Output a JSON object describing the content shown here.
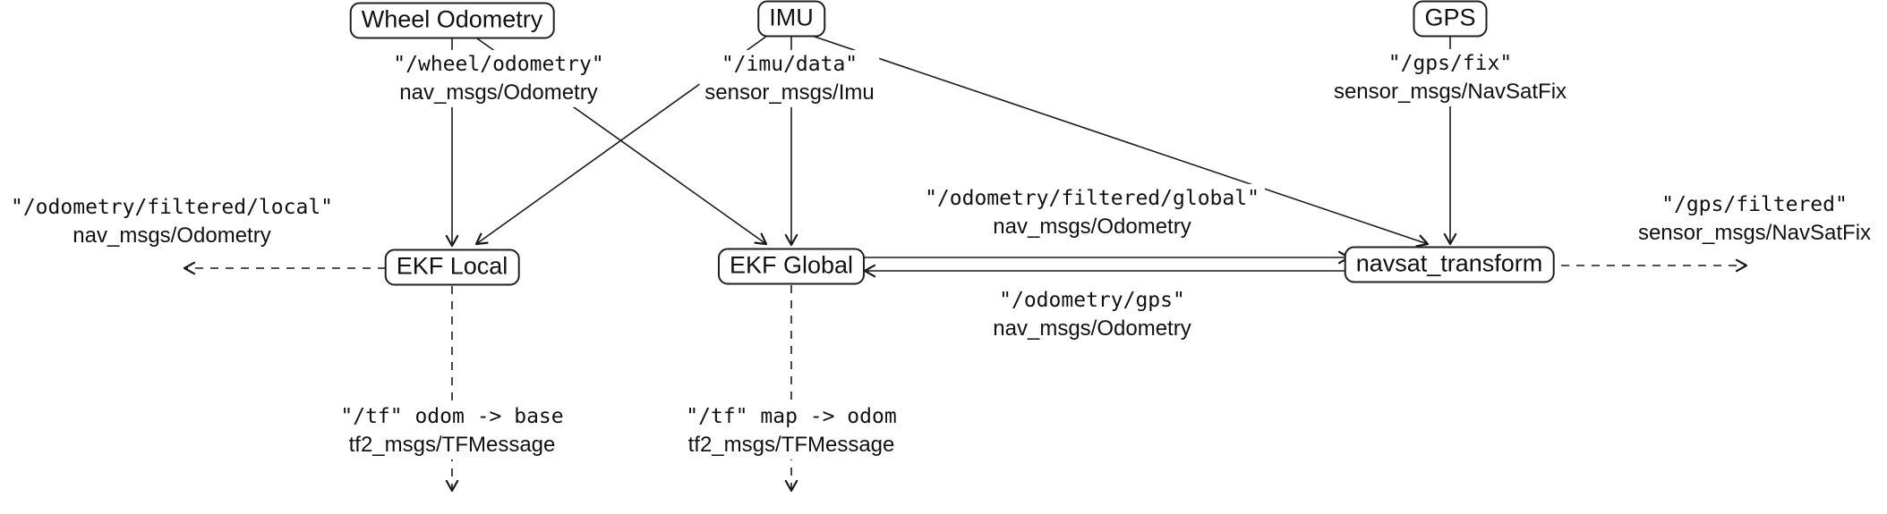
{
  "nodes": {
    "wheel": {
      "label": "Wheel Odometry"
    },
    "imu": {
      "label": "IMU"
    },
    "gps": {
      "label": "GPS"
    },
    "ekf_local": {
      "label": "EKF Local"
    },
    "ekf_global": {
      "label": "EKF Global"
    },
    "navsat": {
      "label": "navsat_transform"
    }
  },
  "labels": {
    "wheel_topic": {
      "topic": "\"/wheel/odometry\"",
      "type": "nav_msgs/Odometry"
    },
    "imu_topic": {
      "topic": "\"/imu/data\"",
      "type": "sensor_msgs/Imu"
    },
    "gps_topic": {
      "topic": "\"/gps/fix\"",
      "type": "sensor_msgs/NavSatFix"
    },
    "local_output": {
      "topic": "\"/odometry/filtered/local\"",
      "type": "nav_msgs/Odometry"
    },
    "global_output": {
      "topic": "\"/odometry/filtered/global\"",
      "type": "nav_msgs/Odometry"
    },
    "gps_odometry": {
      "topic": "\"/odometry/gps\"",
      "type": "nav_msgs/Odometry"
    },
    "gps_filtered": {
      "topic": "\"/gps/filtered\"",
      "type": "sensor_msgs/NavSatFix"
    },
    "tf_local": {
      "topic": "\"/tf\" odom -> base",
      "type": "tf2_msgs/TFMessage"
    },
    "tf_global": {
      "topic": "\"/tf\" map -> odom",
      "type": "tf2_msgs/TFMessage"
    }
  },
  "colors": {
    "line": "#1a1a1a",
    "background": "#ffffff"
  }
}
